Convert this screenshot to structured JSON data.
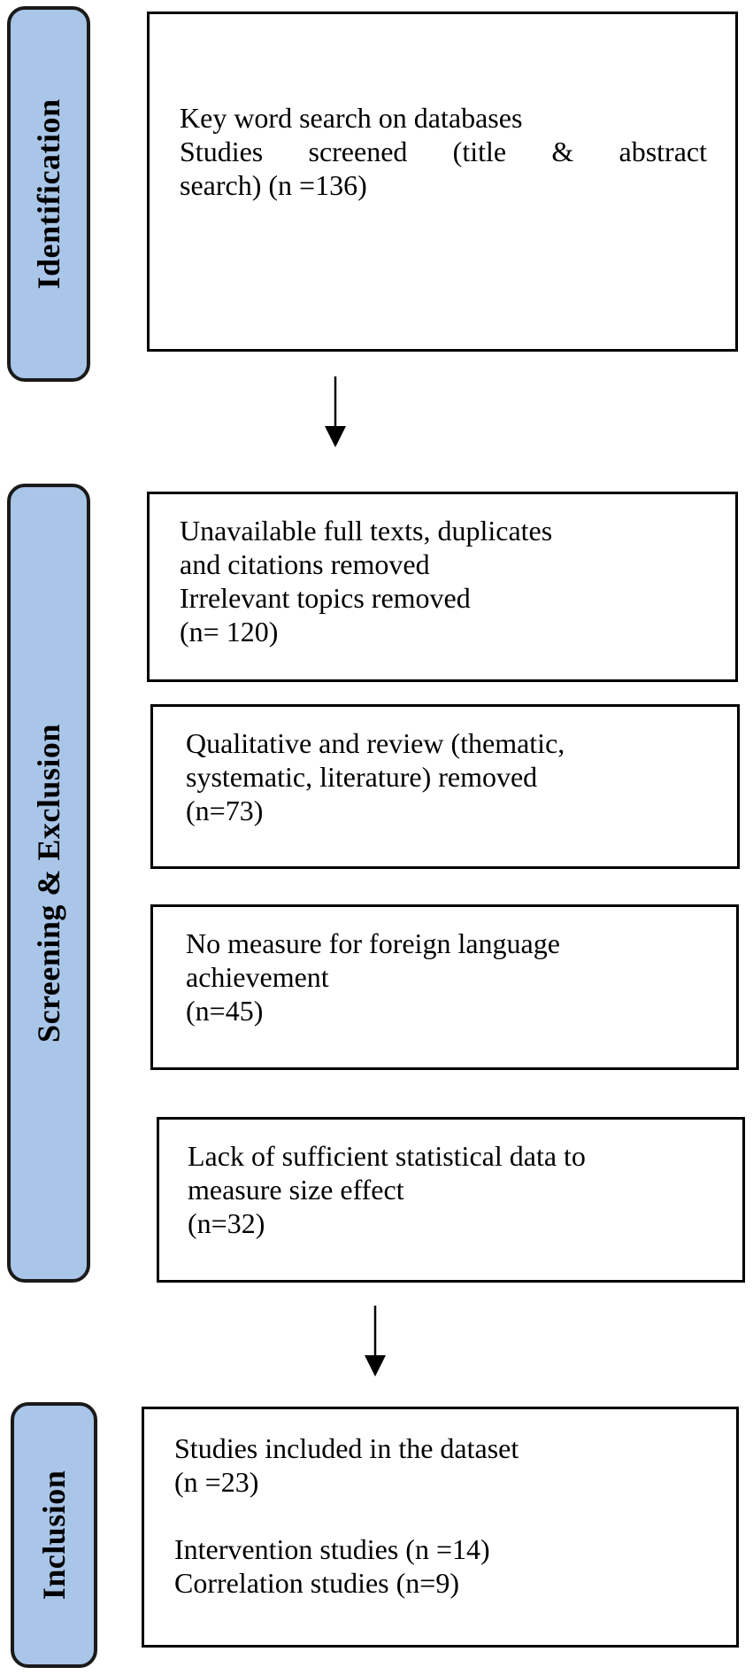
{
  "phases": {
    "identification": "Identification",
    "screening": "Screening & Exclusion",
    "inclusion": "Inclusion"
  },
  "boxes": {
    "identification": {
      "line1": "Key word search on databases",
      "line2": "Studies screened (title & abstract",
      "line3": "search) (n =136)"
    },
    "removed_1": {
      "line1": "Unavailable full texts, duplicates",
      "line2": "and citations removed",
      "line3": "Irrelevant topics removed",
      "line4": "(n= 120)"
    },
    "removed_2": {
      "line1": "Qualitative and review (thematic,",
      "line2": "systematic, literature) removed",
      "line3": "(n=73)"
    },
    "removed_3": {
      "line1": "No measure for foreign language",
      "line2": "achievement",
      "line3": "(n=45)"
    },
    "removed_4": {
      "line1": "Lack of sufficient statistical data to",
      "line2": "measure size effect",
      "line3": "(n=32)"
    },
    "included": {
      "line1": "Studies included in the dataset",
      "line2": "(n =23)",
      "line3": "Intervention studies (n =14)",
      "line4": "Correlation studies (n=9)"
    }
  },
  "colors": {
    "phase_fill": "#a9c5e8",
    "outline": "#000000"
  }
}
